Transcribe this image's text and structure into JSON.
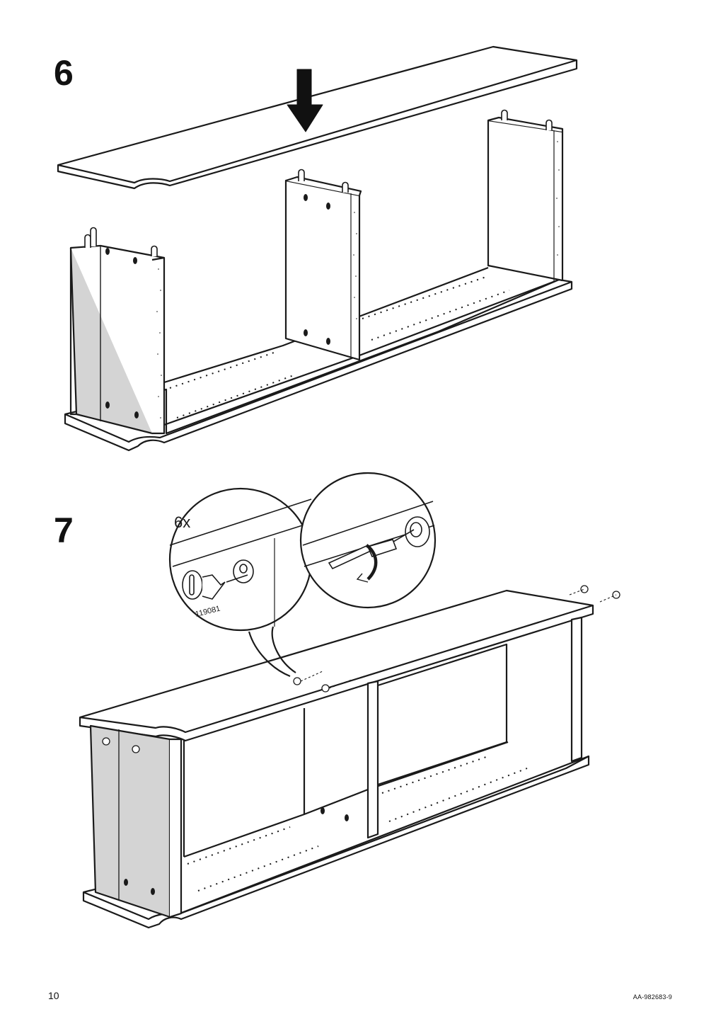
{
  "steps": [
    {
      "number": "6"
    },
    {
      "number": "7",
      "quantity": "6x",
      "part_number": "119081"
    }
  ],
  "footer": {
    "page_number": "10",
    "document_code": "AA-982683-9"
  },
  "colors": {
    "line": "#1a1a1a",
    "panel_shade": "#d4d4d4",
    "background": "#ffffff"
  }
}
